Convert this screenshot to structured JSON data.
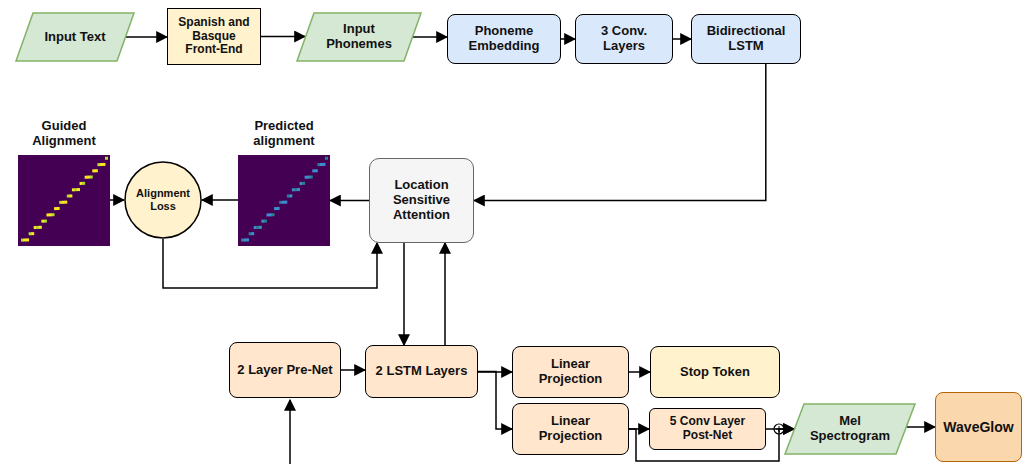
{
  "diagram": {
    "nodes": [
      {
        "text": [
          "Input Text"
        ]
      },
      {
        "text": [
          "Spanish and Basque Front-End"
        ]
      },
      {
        "text": [
          "Input Phonemes"
        ]
      },
      {
        "text": [
          "Phoneme Embedding"
        ]
      },
      {
        "text": [
          "3 Conv. Layers"
        ]
      },
      {
        "text": [
          "Bidirectional LSTM"
        ]
      },
      {
        "text": [
          "Guided Alignment"
        ]
      },
      {
        "text": [
          "Alignment Loss"
        ]
      },
      {
        "text": [
          "Predicted alignment"
        ]
      },
      {
        "text": [
          "Location Sensitive Attention"
        ]
      },
      {
        "text": [
          "2 Layer Pre-Net"
        ]
      },
      {
        "text": [
          "2 LSTM Layers"
        ]
      },
      {
        "text": [
          "Linear Projection"
        ]
      },
      {
        "text": [
          "Stop Token"
        ]
      },
      {
        "text": [
          "Linear Projection"
        ]
      },
      {
        "text": [
          "5 Conv Layer Post-Net"
        ]
      },
      {
        "text": [
          "Mel Spectrogram"
        ]
      },
      {
        "text": [
          "WaveGlow"
        ]
      }
    ],
    "edges": [
      {
        "from": 0,
        "to": 1,
        "arrow": "to"
      },
      {
        "from": 1,
        "to": 2,
        "arrow": "to"
      },
      {
        "from": 2,
        "to": 3,
        "arrow": "to"
      },
      {
        "from": 3,
        "to": 4,
        "arrow": "to"
      },
      {
        "from": 4,
        "to": 5,
        "arrow": "to"
      },
      {
        "from": 5,
        "to": 9,
        "arrow": "to"
      },
      {
        "from": 9,
        "to": 8,
        "arrow": "to"
      },
      {
        "from": 8,
        "to": 7,
        "arrow": "to"
      },
      {
        "from": 6,
        "to": 7,
        "arrow": "to"
      },
      {
        "from": 7,
        "to": 9,
        "arrow": "to"
      },
      {
        "from": 9,
        "to": 11,
        "arrow": "to"
      },
      {
        "from": 11,
        "to": 9,
        "arrow": "to"
      },
      {
        "from": 10,
        "to": 11,
        "arrow": "to"
      },
      {
        "from": 11,
        "to": 12,
        "arrow": "to"
      },
      {
        "from": 11,
        "to": 14,
        "arrow": "to"
      },
      {
        "from": 12,
        "to": 13,
        "arrow": "to"
      },
      {
        "from": 14,
        "to": 15,
        "arrow": "to"
      },
      {
        "from": 15,
        "to": 16,
        "arrow": "to"
      },
      {
        "from": 14,
        "to": 16,
        "arrow": "to"
      },
      {
        "from": 16,
        "to": 17,
        "arrow": "to"
      }
    ]
  }
}
